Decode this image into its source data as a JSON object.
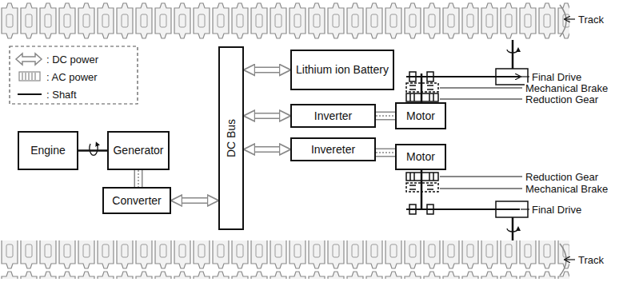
{
  "diagram": {
    "nodes": [
      {
        "text": [
          "Engine"
        ]
      },
      {
        "text": [
          "Generator"
        ]
      },
      {
        "text": [
          "Converter"
        ]
      },
      {
        "text": [
          "DC Bus"
        ]
      },
      {
        "text": [
          "Lithium ion Battery"
        ]
      },
      {
        "text": [
          "Inverter"
        ]
      },
      {
        "text": [
          "Invereter"
        ]
      },
      {
        "text": [
          "Motor"
        ]
      },
      {
        "text": [
          "Motor"
        ]
      }
    ],
    "edges": [
      {
        "from": 0,
        "to": 1,
        "arrow": "none"
      },
      {
        "from": 1,
        "to": 2,
        "arrow": "none"
      },
      {
        "from": 2,
        "to": 3,
        "arrow": "both"
      },
      {
        "from": 3,
        "to": 4,
        "arrow": "both"
      },
      {
        "from": 3,
        "to": 5,
        "arrow": "both"
      },
      {
        "from": 3,
        "to": 6,
        "arrow": "both"
      },
      {
        "from": 5,
        "to": 7,
        "arrow": "none"
      },
      {
        "from": 6,
        "to": 8,
        "arrow": "none"
      }
    ],
    "labels": [
      "Track",
      "Final Drive",
      "Mechanical Brake",
      "Reduction Gear",
      "Reduction Gear",
      "Mechanical Brake",
      "Final Drive",
      "Track"
    ],
    "legend": [
      {
        "text": ": DC power"
      },
      {
        "text": ": AC power"
      },
      {
        "text": ": Shaft"
      }
    ]
  }
}
